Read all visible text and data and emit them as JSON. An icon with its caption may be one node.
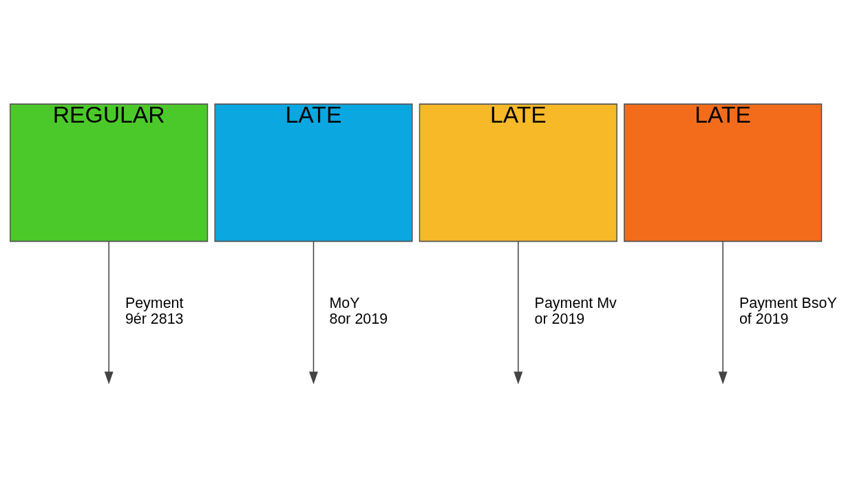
{
  "diagram": {
    "nodes": [
      {
        "text": [
          "REGULAR"
        ]
      },
      {
        "text": [
          "LATE"
        ]
      },
      {
        "text": [
          "LATE"
        ]
      },
      {
        "text": [
          "LATE"
        ]
      }
    ],
    "edges": [
      {
        "from": 0,
        "to": null,
        "arrow": "to",
        "label": "Peyment 9ér 2813"
      },
      {
        "from": 1,
        "to": null,
        "arrow": "to",
        "label": "MoY 8or 2019"
      },
      {
        "from": 2,
        "to": null,
        "arrow": "to",
        "label": "Payment Mv or 2019"
      },
      {
        "from": 3,
        "to": null,
        "arrow": "to",
        "label": "Payment BsoY of 2019"
      }
    ]
  }
}
